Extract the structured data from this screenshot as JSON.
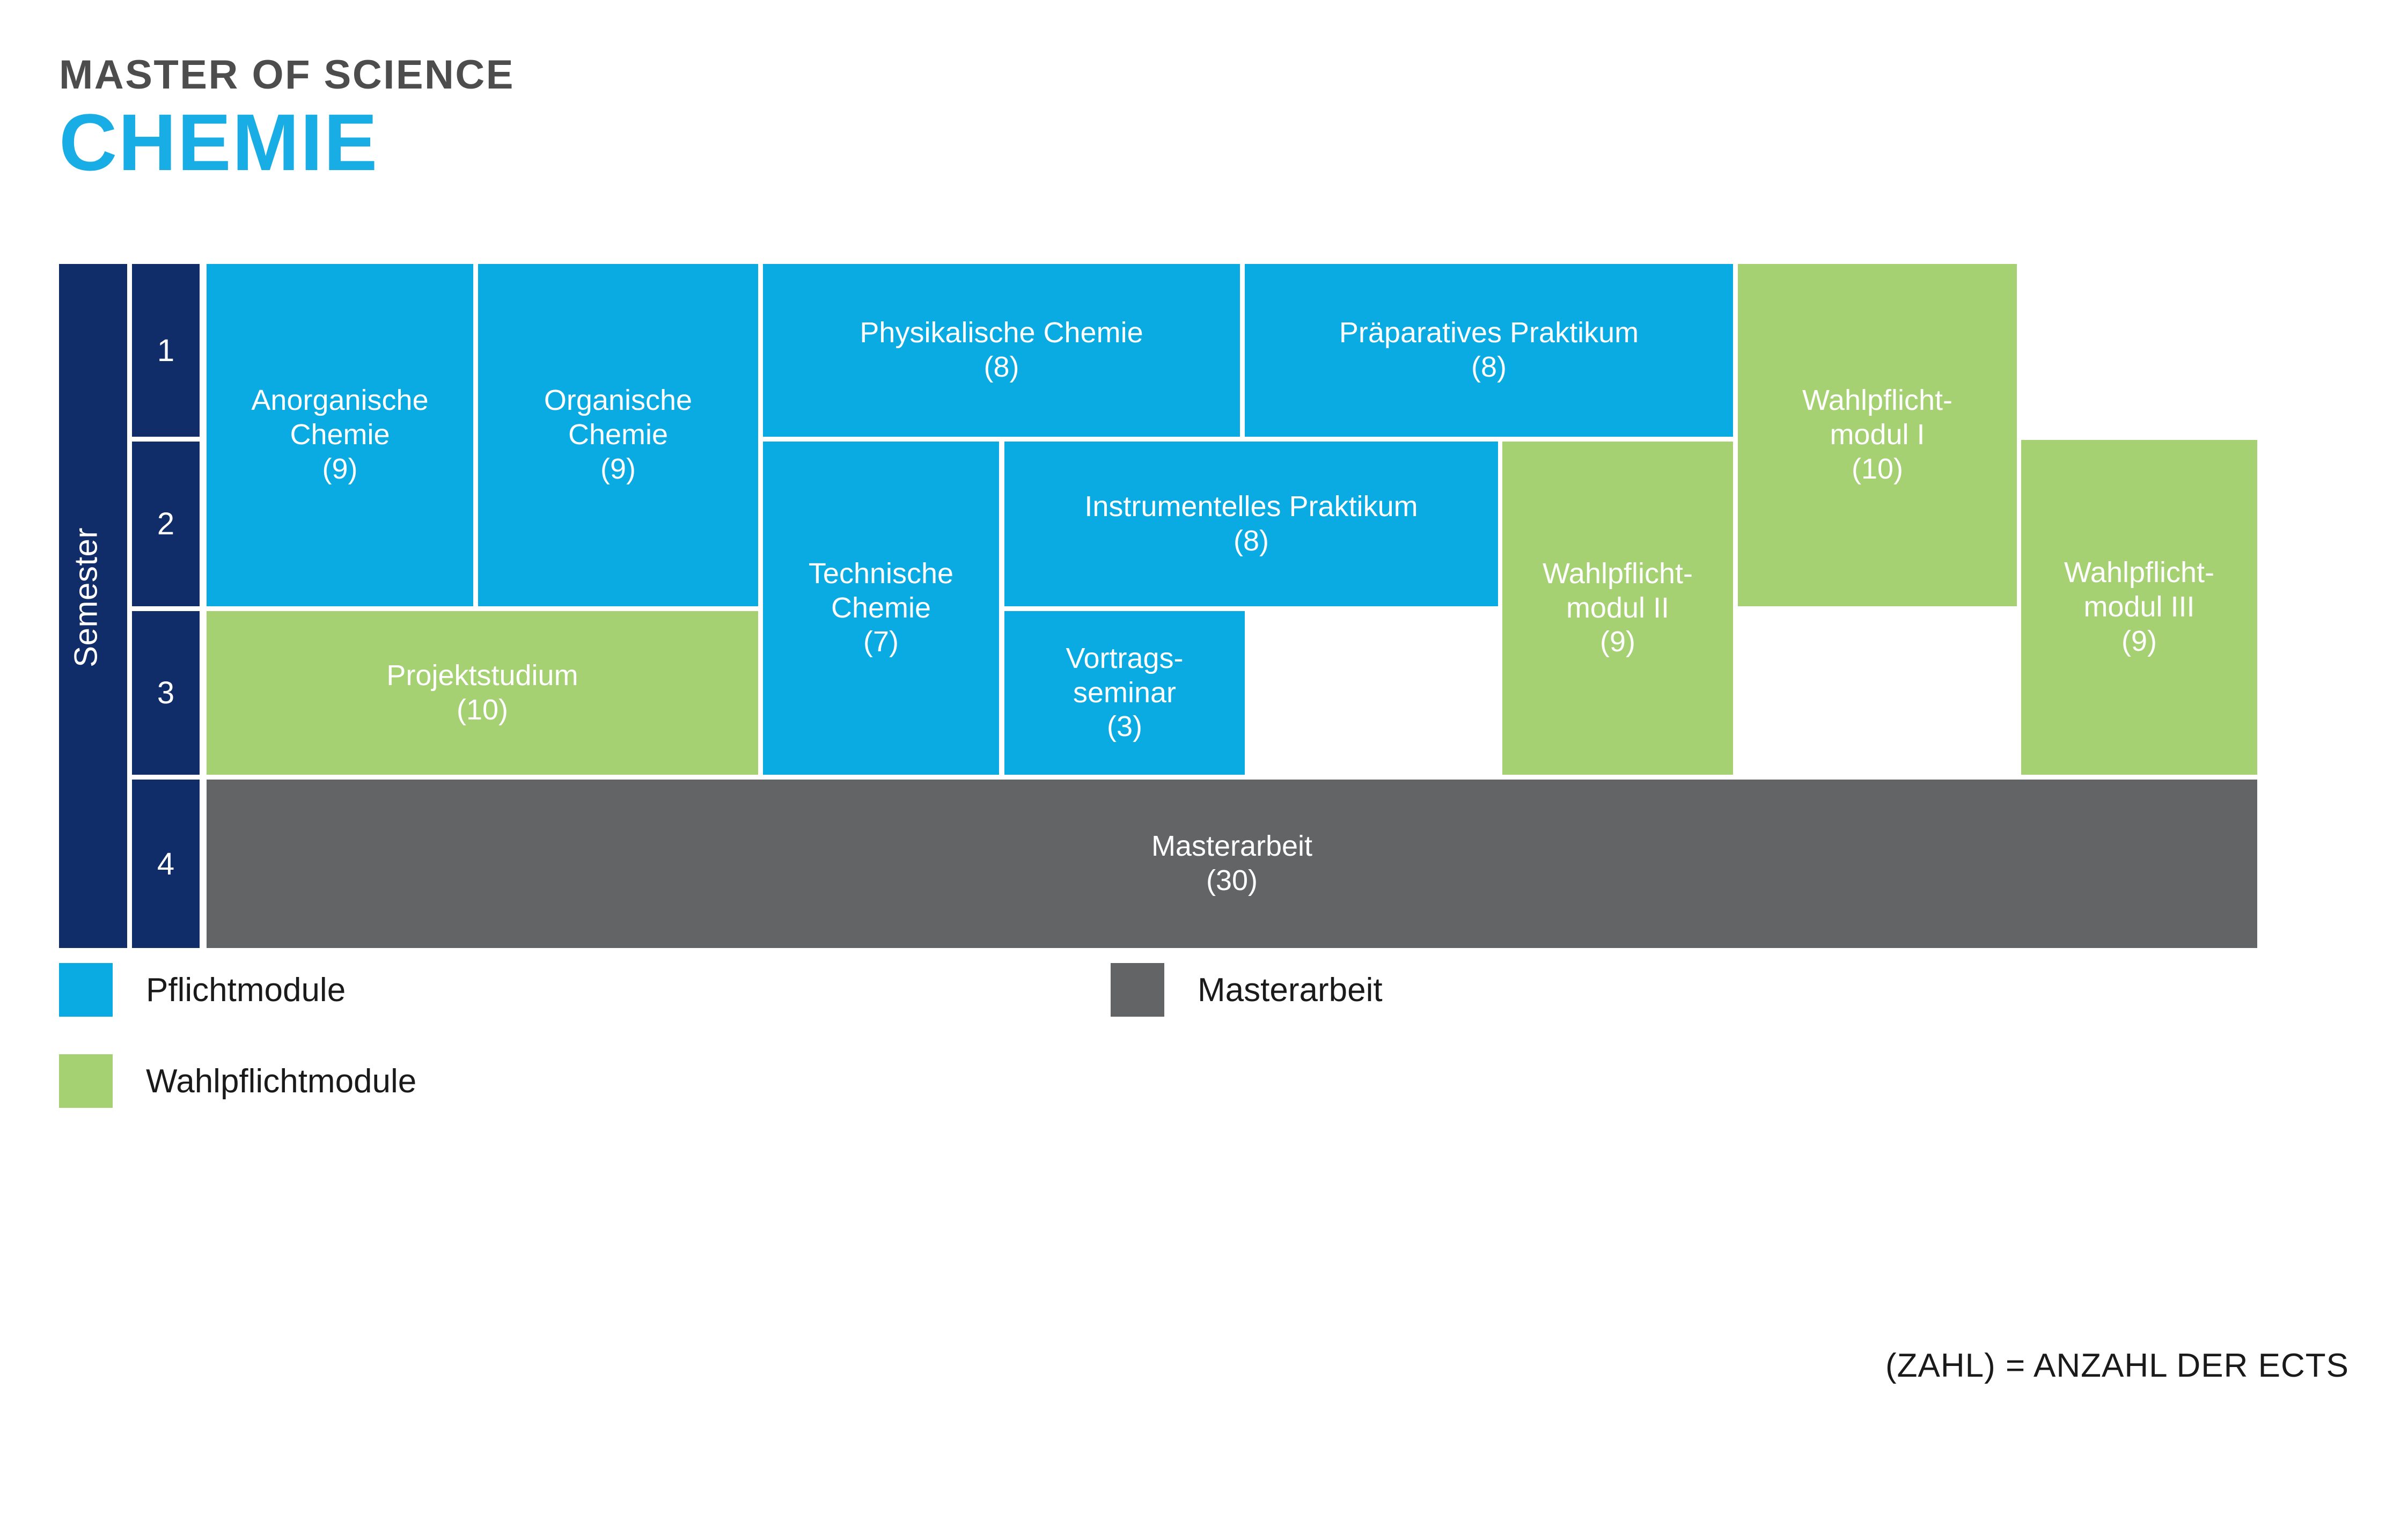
{
  "header": {
    "kicker": "MASTER OF SCIENCE",
    "title": "CHEMIE"
  },
  "axis": {
    "label": "Semester",
    "semesters": [
      "1",
      "2",
      "3",
      "4"
    ]
  },
  "legend": {
    "items": [
      {
        "label": "Pflichtmodule",
        "color": "#0aabe3"
      },
      {
        "label": "Wahlpflichtmodule",
        "color": "#a5d173"
      },
      {
        "label": "Masterarbeit",
        "color": "#636466"
      }
    ]
  },
  "footnote": "(ZAHL) = ANZAHL DER ECTS",
  "chart_data": {
    "type": "table",
    "title": "Studienverlaufsplan Master of Science Chemie",
    "xlabel": "",
    "ylabel": "Semester",
    "legend_position": "below",
    "grid": false,
    "categories": [
      "1",
      "2",
      "3",
      "4"
    ],
    "colors": {
      "pflichtmodule": "#0aabe3",
      "wahlpflichtmodule": "#a5d173",
      "masterarbeit": "#636466",
      "axis": "#102d69",
      "accent": "#18aee5",
      "heading": "#4d4d4d"
    },
    "modules": [
      {
        "name": "Anorganische Chemie",
        "ects": 9,
        "ects_label": "(9)",
        "type": "pflichtmodule",
        "semesters": [
          1,
          2
        ]
      },
      {
        "name": "Organische Chemie",
        "ects": 9,
        "ects_label": "(9)",
        "type": "pflichtmodule",
        "semesters": [
          1,
          2
        ]
      },
      {
        "name": "Physikalische Chemie",
        "ects": 8,
        "ects_label": "(8)",
        "type": "pflichtmodule",
        "semesters": [
          1
        ]
      },
      {
        "name": "Präparatives Praktikum",
        "ects": 8,
        "ects_label": "(8)",
        "type": "pflichtmodule",
        "semesters": [
          1
        ]
      },
      {
        "name": "Wahlpflicht-\nmodul I",
        "ects": 10,
        "ects_label": "(10)",
        "type": "wahlpflichtmodule",
        "semesters": [
          1,
          2
        ]
      },
      {
        "name": "Technische Chemie",
        "ects": 7,
        "ects_label": "(7)",
        "type": "pflichtmodule",
        "semesters": [
          2,
          3
        ]
      },
      {
        "name": "Instrumentelles Praktikum",
        "ects": 8,
        "ects_label": "(8)",
        "type": "pflichtmodule",
        "semesters": [
          2
        ]
      },
      {
        "name": "Wahlpflicht-\nmodul II",
        "ects": 9,
        "ects_label": "(9)",
        "type": "wahlpflichtmodule",
        "semesters": [
          2,
          3
        ]
      },
      {
        "name": "Wahlpflicht-\nmodul III",
        "ects": 9,
        "ects_label": "(9)",
        "type": "wahlpflichtmodule",
        "semesters": [
          2,
          3
        ]
      },
      {
        "name": "Projektstudium",
        "ects": 10,
        "ects_label": "(10)",
        "type": "wahlpflichtmodule",
        "semesters": [
          3
        ]
      },
      {
        "name": "Vortrags-\nseminar",
        "ects": 3,
        "ects_label": "(3)",
        "type": "pflichtmodule",
        "semesters": [
          3
        ]
      },
      {
        "name": "Masterarbeit",
        "ects": 30,
        "ects_label": "(30)",
        "type": "masterarbeit",
        "semesters": [
          4
        ]
      }
    ],
    "total_ects": 120
  },
  "cells": {
    "anorganische": {
      "title": "Anorganische",
      "title2": "Chemie",
      "ects": "(9)"
    },
    "organische": {
      "title": "Organische",
      "title2": "Chemie",
      "ects": "(9)"
    },
    "physikalische": {
      "title": "Physikalische Chemie",
      "ects": "(8)"
    },
    "praeparatives": {
      "title": "Präparatives Praktikum",
      "ects": "(8)"
    },
    "wahlpflicht_1": {
      "title": "Wahlpflicht-",
      "title2": "modul I",
      "ects": "(10)"
    },
    "technische": {
      "title": "Technische",
      "title2": "Chemie",
      "ects": "(7)"
    },
    "instrumentelles": {
      "title": "Instrumentelles Praktikum",
      "ects": "(8)"
    },
    "wahlpflicht_2": {
      "title": "Wahlpflicht-",
      "title2": "modul II",
      "ects": "(9)"
    },
    "wahlpflicht_3": {
      "title": "Wahlpflicht-",
      "title2": "modul III",
      "ects": "(9)"
    },
    "projektstudium": {
      "title": "Projektstudium",
      "ects": "(10)"
    },
    "vortragsseminar": {
      "title": "Vortrags-",
      "title2": "seminar",
      "ects": "(3)"
    },
    "masterarbeit": {
      "title": "Masterarbeit",
      "ects": "(30)"
    }
  }
}
